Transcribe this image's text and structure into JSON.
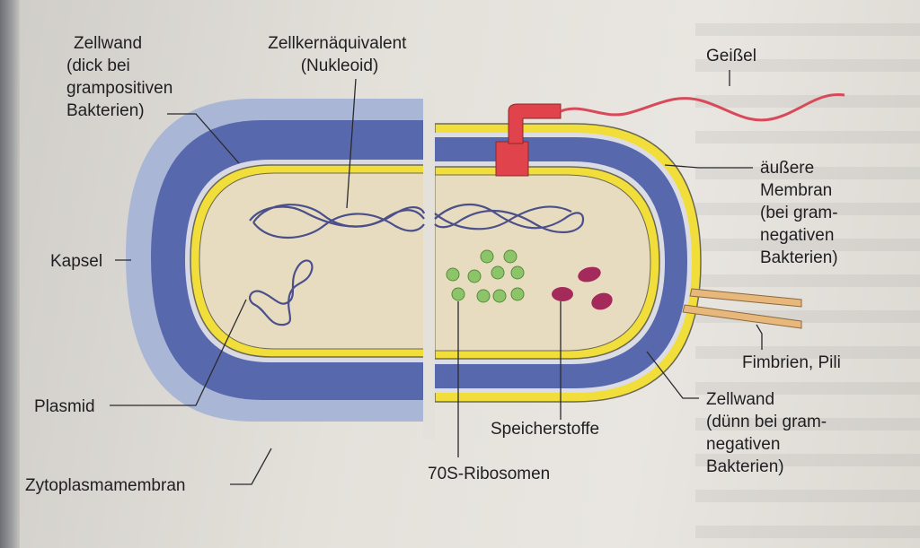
{
  "diagram": {
    "labels": {
      "zellwand_gram_pos": [
        "Zellwand",
        "(dick bei",
        "grampositiven",
        "Bakterien)"
      ],
      "nukleoid": [
        "Zellkernäquivalent",
        "(Nukleoid)"
      ],
      "geissel": "Geißel",
      "aeussere_membran": [
        "äußere",
        "Membran",
        "(bei gram-",
        "negativen",
        "Bakterien)"
      ],
      "kapsel": "Kapsel",
      "fimbrien": "Fimbrien, Pili",
      "plasmid": "Plasmid",
      "zellwand_gram_neg": [
        "Zellwand",
        "(dünn bei gram-",
        "negativen",
        "Bakterien)"
      ],
      "speicherstoffe": "Speicherstoffe",
      "ribosomen": "70S-Ribosomen",
      "zytoplasmamembran": "Zytoplasmamembran"
    },
    "colors": {
      "capsule": "#a9b6d6",
      "cell_wall": "#5868ad",
      "membrane_yellow": "#f2de3a",
      "cytoplasm": "#e7dcc0",
      "flagellum_base": "#e0434b",
      "flagellum": "#d84a5a",
      "ribosome": "#8cc46a",
      "storage": "#a52a5c",
      "pili": "#e8b77c"
    }
  }
}
